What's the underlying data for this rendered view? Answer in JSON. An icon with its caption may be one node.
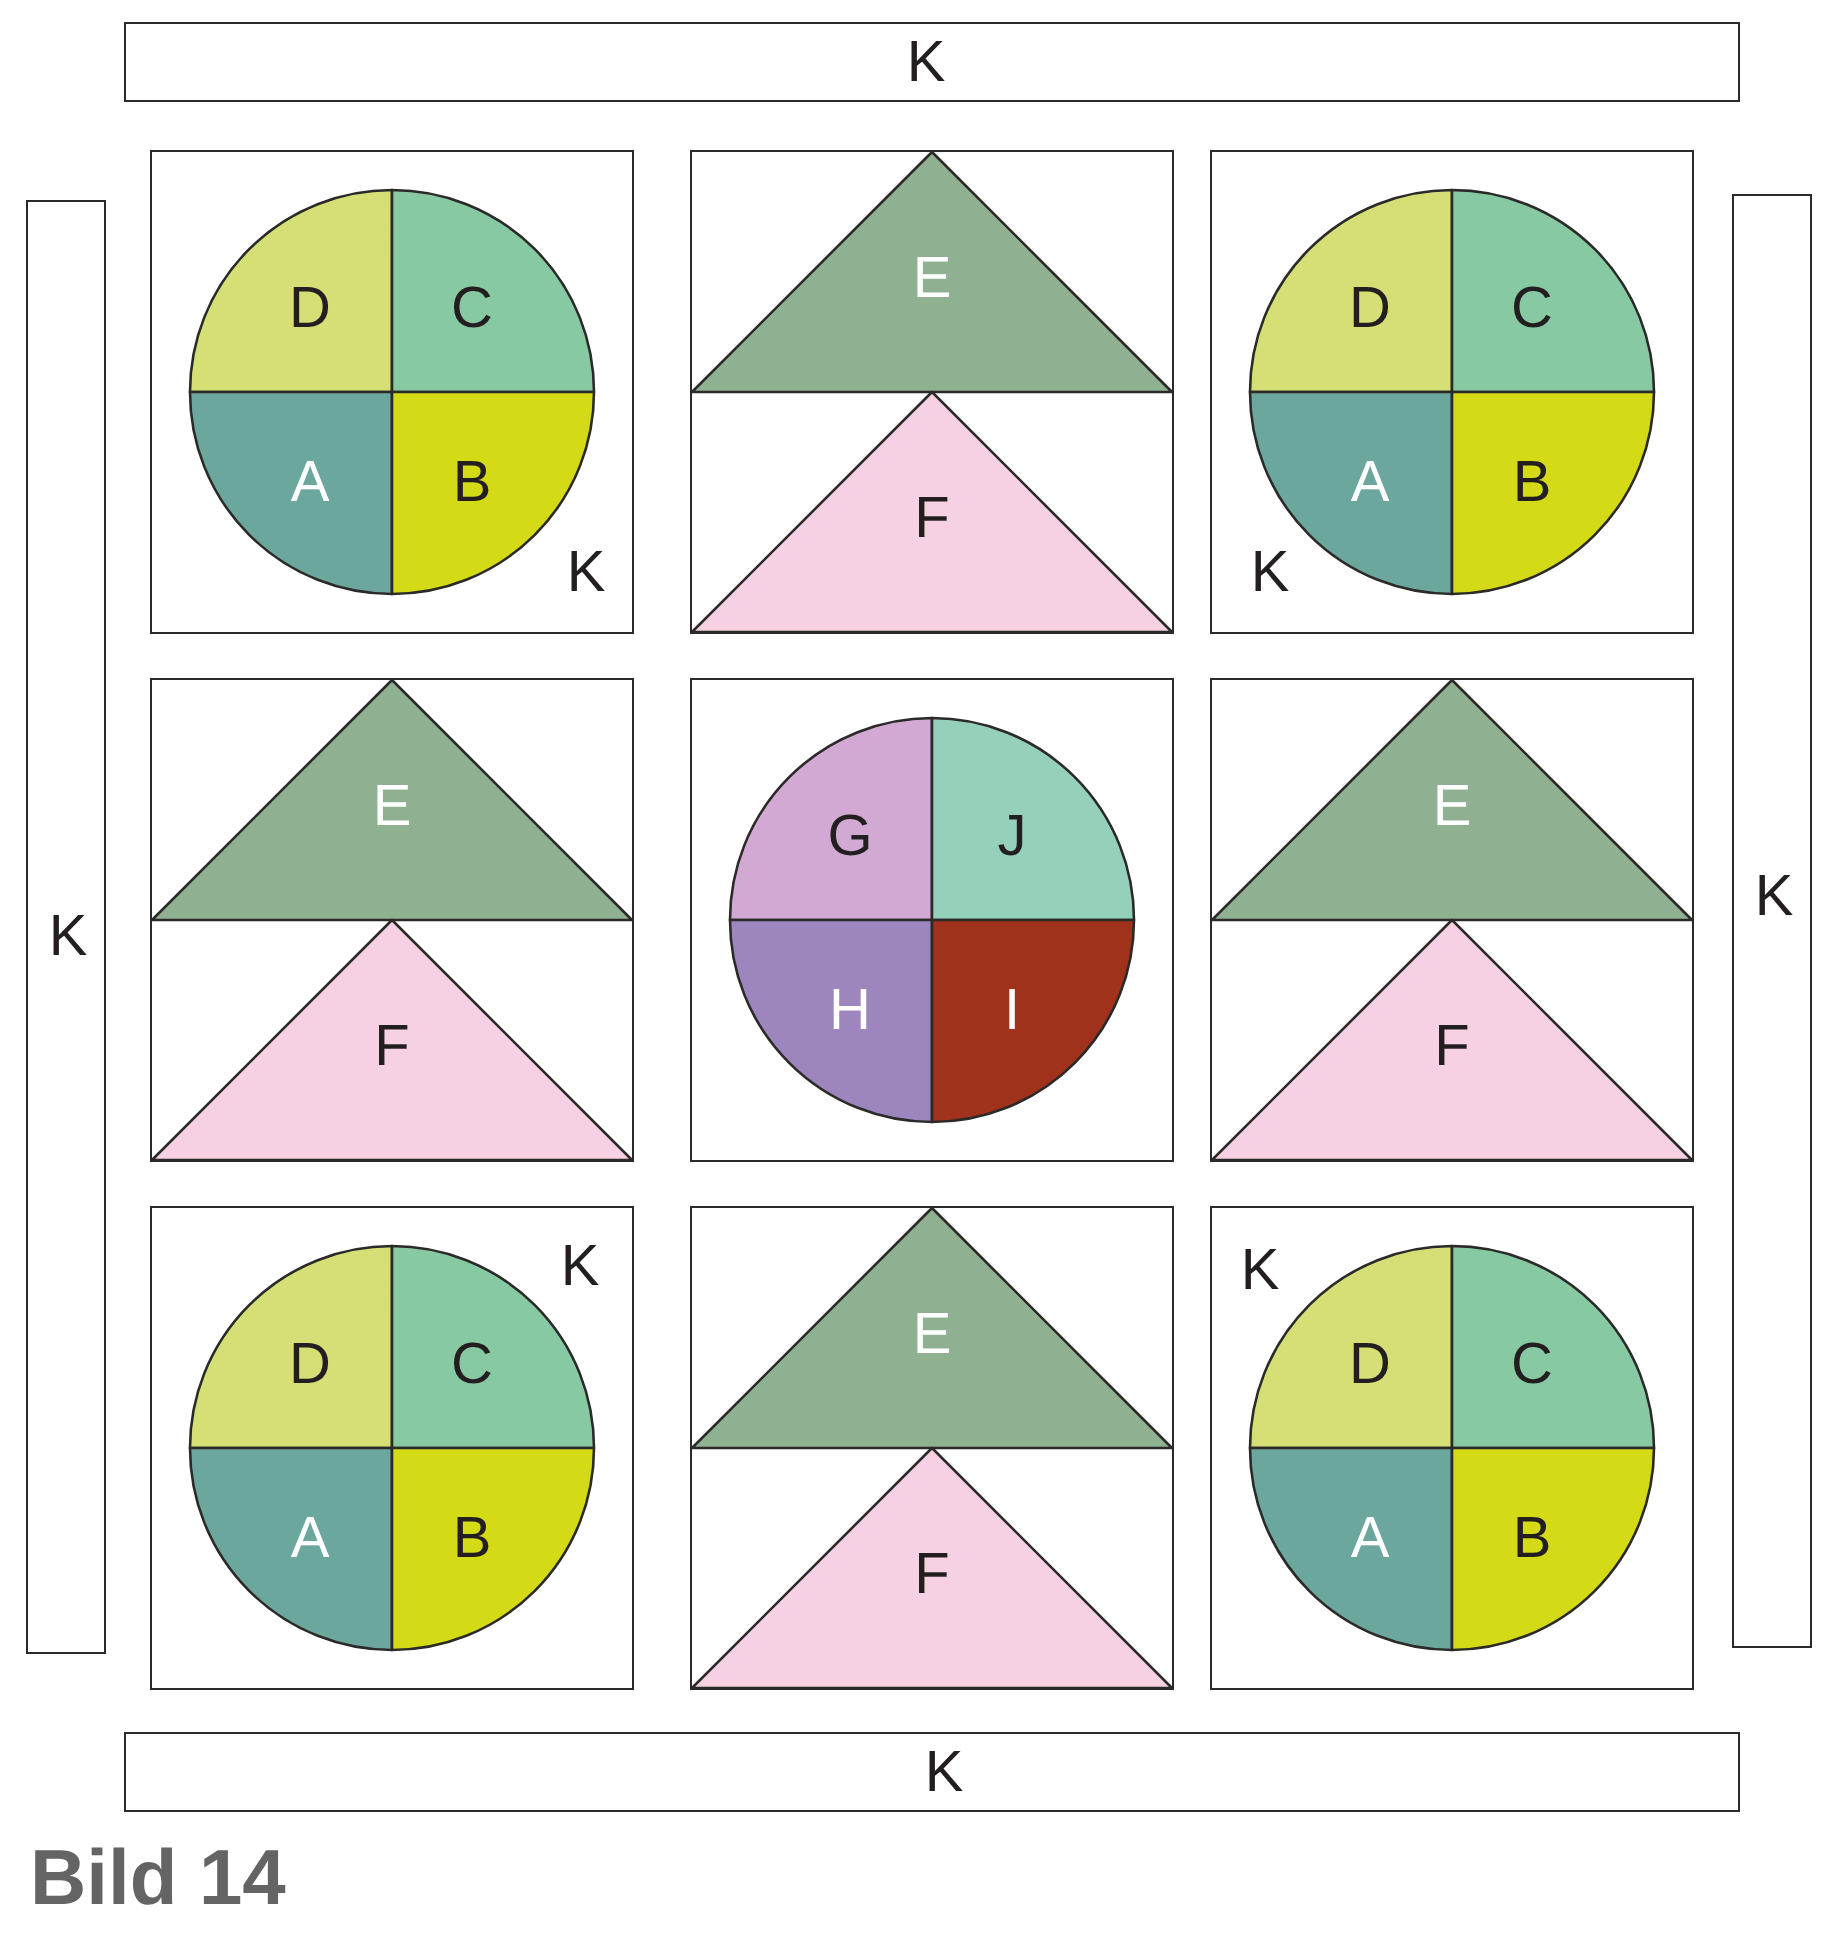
{
  "diagram": {
    "caption": "Bild 14",
    "nodes": [
      {
        "text": [
          "K"
        ]
      },
      {
        "text": [
          "K"
        ]
      },
      {
        "text": [
          "K"
        ]
      },
      {
        "text": [
          "D"
        ],
        "in": 2
      },
      {
        "text": [
          "C"
        ],
        "in": 2
      },
      {
        "text": [
          "A"
        ],
        "in": 2
      },
      {
        "text": [
          "B"
        ],
        "in": 2
      },
      {
        "text": [],
        "shape": "box"
      },
      {
        "text": [
          "E"
        ],
        "in": 7
      },
      {
        "text": [
          "F"
        ],
        "in": 7
      },
      {
        "text": [
          "K"
        ]
      },
      {
        "text": [
          "D"
        ],
        "in": 10
      },
      {
        "text": [
          "C"
        ],
        "in": 10
      },
      {
        "text": [
          "A"
        ],
        "in": 10
      },
      {
        "text": [
          "B"
        ],
        "in": 10
      },
      {
        "text": [
          "K"
        ]
      },
      {
        "text": [],
        "shape": "box"
      },
      {
        "text": [
          "E"
        ],
        "in": 16
      },
      {
        "text": [
          "F"
        ],
        "in": 16
      },
      {
        "text": [],
        "shape": "box"
      },
      {
        "text": [
          "G"
        ],
        "in": 19
      },
      {
        "text": [
          "J"
        ],
        "in": 19
      },
      {
        "text": [
          "H"
        ],
        "in": 19
      },
      {
        "text": [
          "I"
        ],
        "in": 19
      },
      {
        "text": [],
        "shape": "box"
      },
      {
        "text": [
          "E"
        ],
        "in": 24
      },
      {
        "text": [
          "F"
        ],
        "in": 24
      },
      {
        "text": [
          "K"
        ]
      },
      {
        "text": [
          "D"
        ],
        "in": 27
      },
      {
        "text": [
          "C"
        ],
        "in": 27
      },
      {
        "text": [
          "A"
        ],
        "in": 27
      },
      {
        "text": [
          "B"
        ],
        "in": 27
      },
      {
        "text": [],
        "shape": "box"
      },
      {
        "text": [
          "E"
        ],
        "in": 32
      },
      {
        "text": [
          "F"
        ],
        "in": 32
      },
      {
        "text": [
          "K"
        ]
      },
      {
        "text": [
          "D"
        ],
        "in": 35
      },
      {
        "text": [
          "C"
        ],
        "in": 35
      },
      {
        "text": [
          "A"
        ],
        "in": 35
      },
      {
        "text": [
          "B"
        ],
        "in": 35
      },
      {
        "text": [
          "K"
        ]
      }
    ]
  }
}
